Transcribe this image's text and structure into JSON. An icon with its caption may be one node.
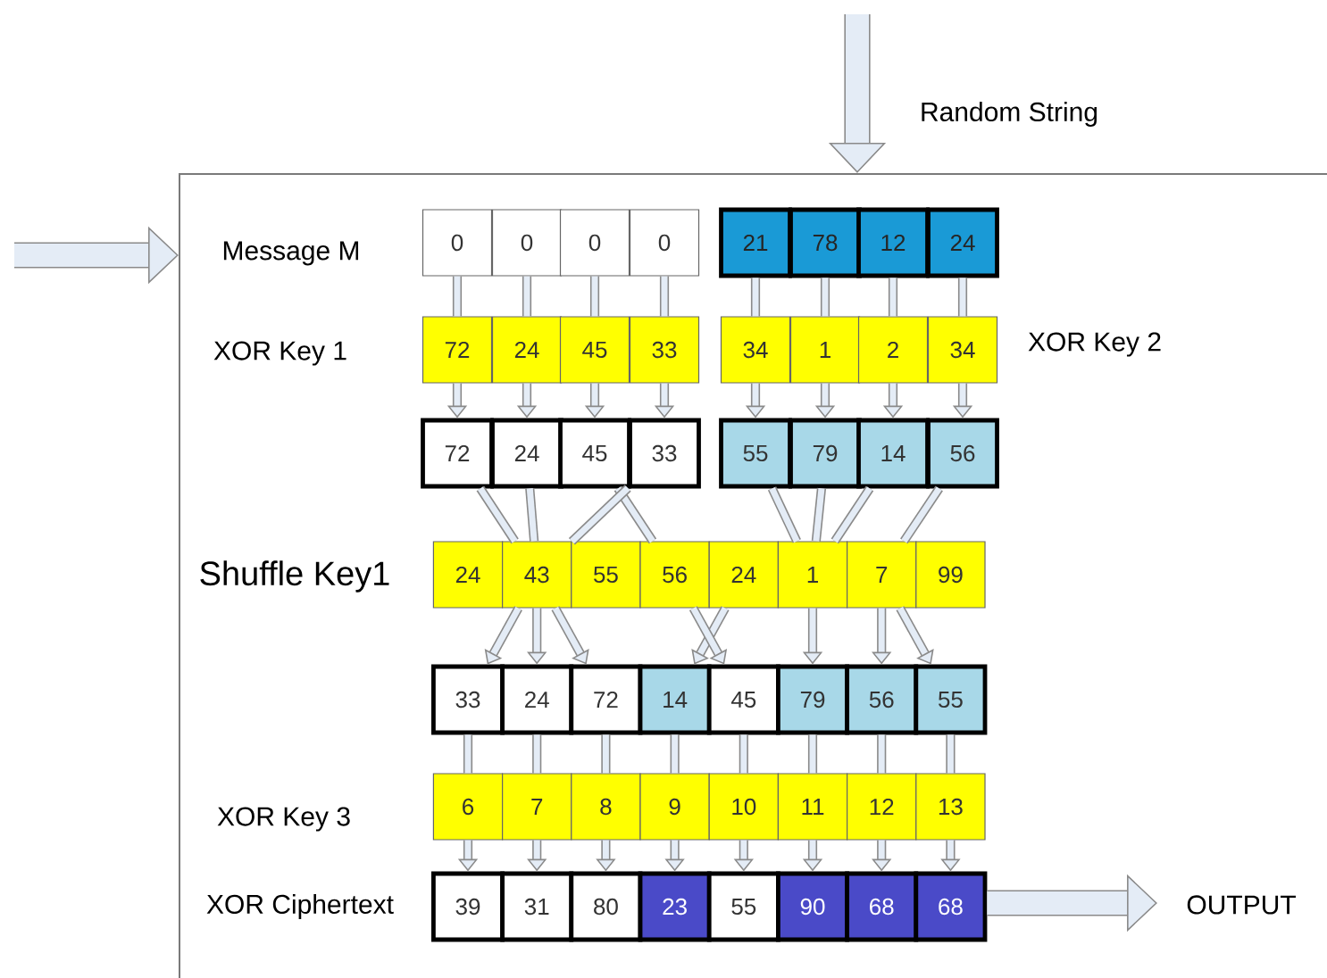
{
  "diagram": {
    "nodes": [
      {
        "text": [],
        "shape": "box"
      },
      {
        "text": [
          "0"
        ],
        "in": 0
      },
      {
        "text": [
          "0"
        ],
        "in": 0
      },
      {
        "text": [
          "0"
        ],
        "in": 0
      },
      {
        "text": [
          "0"
        ],
        "in": 0
      },
      {
        "text": [
          "21"
        ],
        "in": 0
      },
      {
        "text": [
          "78"
        ],
        "in": 0
      },
      {
        "text": [
          "12"
        ],
        "in": 0
      },
      {
        "text": [
          "24"
        ],
        "in": 0
      },
      {
        "text": [
          "72"
        ],
        "in": 0
      },
      {
        "text": [
          "24"
        ],
        "in": 0
      },
      {
        "text": [
          "45"
        ],
        "in": 0
      },
      {
        "text": [
          "33"
        ],
        "in": 0
      },
      {
        "text": [
          "34"
        ],
        "in": 0
      },
      {
        "text": [
          "1"
        ],
        "in": 0
      },
      {
        "text": [
          "2"
        ],
        "in": 0
      },
      {
        "text": [
          "34"
        ],
        "in": 0
      },
      {
        "text": [
          "72"
        ],
        "in": 0
      },
      {
        "text": [
          "24"
        ],
        "in": 0
      },
      {
        "text": [
          "45"
        ],
        "in": 0
      },
      {
        "text": [
          "33"
        ],
        "in": 0
      },
      {
        "text": [
          "55"
        ],
        "in": 0
      },
      {
        "text": [
          "79"
        ],
        "in": 0
      },
      {
        "text": [
          "14"
        ],
        "in": 0
      },
      {
        "text": [
          "56"
        ],
        "in": 0
      },
      {
        "text": [
          "24"
        ],
        "in": 0
      },
      {
        "text": [
          "43"
        ],
        "in": 0
      },
      {
        "text": [
          "55"
        ],
        "in": 0
      },
      {
        "text": [
          "56"
        ],
        "in": 0
      },
      {
        "text": [
          "24"
        ],
        "in": 0
      },
      {
        "text": [
          "1"
        ],
        "in": 0
      },
      {
        "text": [
          "7"
        ],
        "in": 0
      },
      {
        "text": [
          "99"
        ],
        "in": 0
      },
      {
        "text": [
          "33"
        ],
        "in": 0
      },
      {
        "text": [
          "24"
        ],
        "in": 0
      },
      {
        "text": [
          "72"
        ],
        "in": 0
      },
      {
        "text": [
          "14"
        ],
        "in": 0
      },
      {
        "text": [
          "45"
        ],
        "in": 0
      },
      {
        "text": [
          "79"
        ],
        "in": 0
      },
      {
        "text": [
          "56"
        ],
        "in": 0
      },
      {
        "text": [
          "55"
        ],
        "in": 0
      },
      {
        "text": [
          "6"
        ],
        "in": 0
      },
      {
        "text": [
          "7"
        ],
        "in": 0
      },
      {
        "text": [
          "8"
        ],
        "in": 0
      },
      {
        "text": [
          "9"
        ],
        "in": 0
      },
      {
        "text": [
          "10"
        ],
        "in": 0
      },
      {
        "text": [
          "11"
        ],
        "in": 0
      },
      {
        "text": [
          "12"
        ],
        "in": 0
      },
      {
        "text": [
          "13"
        ],
        "in": 0
      },
      {
        "text": [
          "39"
        ],
        "in": 0
      },
      {
        "text": [
          "31"
        ],
        "in": 0
      },
      {
        "text": [
          "80"
        ],
        "in": 0
      },
      {
        "text": [
          "23"
        ],
        "in": 0
      },
      {
        "text": [
          "55"
        ],
        "in": 0
      },
      {
        "text": [
          "90"
        ],
        "in": 0
      },
      {
        "text": [
          "68"
        ],
        "in": 0
      },
      {
        "text": [
          "68"
        ],
        "in": 0
      }
    ],
    "edges": [
      {
        "from": 1,
        "to": 9,
        "arrow": "none"
      },
      {
        "from": 2,
        "to": 10,
        "arrow": "none"
      },
      {
        "from": 3,
        "to": 11,
        "arrow": "none"
      },
      {
        "from": 4,
        "to": 12,
        "arrow": "none"
      },
      {
        "from": 5,
        "to": 13,
        "arrow": "none"
      },
      {
        "from": 6,
        "to": 14,
        "arrow": "none"
      },
      {
        "from": 7,
        "to": 15,
        "arrow": "none"
      },
      {
        "from": 8,
        "to": 16,
        "arrow": "none"
      },
      {
        "from": 9,
        "to": 17,
        "arrow": "to"
      },
      {
        "from": 10,
        "to": 18,
        "arrow": "to"
      },
      {
        "from": 11,
        "to": 19,
        "arrow": "to"
      },
      {
        "from": 12,
        "to": 20,
        "arrow": "to"
      },
      {
        "from": 13,
        "to": 21,
        "arrow": "to"
      },
      {
        "from": 14,
        "to": 22,
        "arrow": "to"
      },
      {
        "from": 15,
        "to": 23,
        "arrow": "to"
      },
      {
        "from": 16,
        "to": 24,
        "arrow": "to"
      },
      {
        "from": 17,
        "to": 26,
        "arrow": "none"
      },
      {
        "from": 18,
        "to": 26,
        "arrow": "none"
      },
      {
        "from": 19,
        "to": 28,
        "arrow": "none"
      },
      {
        "from": 20,
        "to": 26,
        "arrow": "none"
      },
      {
        "from": 21,
        "to": 30,
        "arrow": "none"
      },
      {
        "from": 22,
        "to": 30,
        "arrow": "none"
      },
      {
        "from": 23,
        "to": 30,
        "arrow": "none"
      },
      {
        "from": 24,
        "to": 31,
        "arrow": "none"
      },
      {
        "from": 26,
        "to": 33,
        "arrow": "to"
      },
      {
        "from": 26,
        "to": 34,
        "arrow": "to"
      },
      {
        "from": 26,
        "to": 35,
        "arrow": "to"
      },
      {
        "from": 29,
        "to": 36,
        "arrow": "to"
      },
      {
        "from": 28,
        "to": 37,
        "arrow": "to"
      },
      {
        "from": 30,
        "to": 38,
        "arrow": "to"
      },
      {
        "from": 31,
        "to": 39,
        "arrow": "to"
      },
      {
        "from": 31,
        "to": 40,
        "arrow": "to"
      },
      {
        "from": 33,
        "to": 41,
        "arrow": "none"
      },
      {
        "from": 34,
        "to": 42,
        "arrow": "none"
      },
      {
        "from": 35,
        "to": 43,
        "arrow": "none"
      },
      {
        "from": 36,
        "to": 44,
        "arrow": "none"
      },
      {
        "from": 37,
        "to": 45,
        "arrow": "none"
      },
      {
        "from": 38,
        "to": 46,
        "arrow": "none"
      },
      {
        "from": 39,
        "to": 47,
        "arrow": "none"
      },
      {
        "from": 40,
        "to": 48,
        "arrow": "none"
      },
      {
        "from": 41,
        "to": 49,
        "arrow": "to"
      },
      {
        "from": 42,
        "to": 50,
        "arrow": "to"
      },
      {
        "from": 43,
        "to": 51,
        "arrow": "to"
      },
      {
        "from": 44,
        "to": 52,
        "arrow": "to"
      },
      {
        "from": 45,
        "to": 53,
        "arrow": "to"
      },
      {
        "from": 46,
        "to": 54,
        "arrow": "to"
      },
      {
        "from": 47,
        "to": 55,
        "arrow": "to"
      },
      {
        "from": 48,
        "to": 56,
        "arrow": "to"
      },
      {
        "from": null,
        "to": 0,
        "arrow": "to",
        "style": "thick"
      },
      {
        "from": null,
        "to": 0,
        "arrow": "to",
        "style": "thick"
      },
      {
        "from": 56,
        "to": null,
        "arrow": "to",
        "style": "thick"
      }
    ],
    "labels": [
      "Random String",
      "Message M",
      "XOR Key 1",
      "XOR Key 2",
      "Shuffle Key1",
      "XOR Key 3",
      "XOR Ciphertext",
      "OUTPUT"
    ]
  }
}
